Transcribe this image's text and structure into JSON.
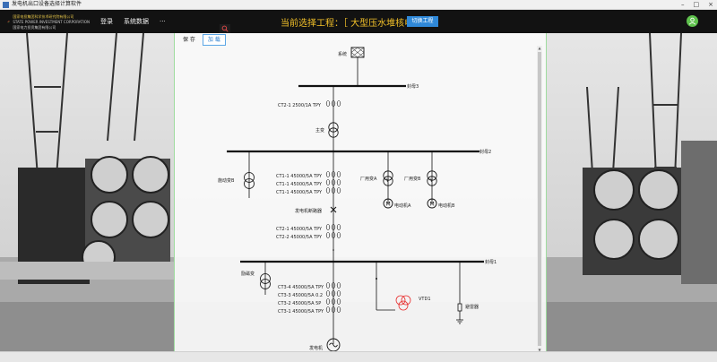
{
  "window": {
    "title": "发电机出口设备选择计算软件"
  },
  "header": {
    "logo_lines": [
      "国家电投集团科学技术研究院有限公司",
      "STATE POWER INVESTMENT CORPORATION",
      "国家电力投资集团有限公司"
    ],
    "nav": [
      "登录",
      "系统数据",
      "···"
    ],
    "project_label": "当前选择工程：［ 大型压水堆核电厂 ］",
    "switch_button": "切换工程"
  },
  "tabs": [
    "保 存",
    "加 载"
  ],
  "diagram": {
    "system": "系统",
    "bus3": "封母3",
    "bus2": "封母2",
    "bus1": "封母1",
    "ct2": "CT2-1 2500/1A TPY",
    "main_transformer": "主变",
    "startup_transformer": "施动变B",
    "ct1_labels": [
      "CT1-1 45000/5A TPY",
      "CT1-1 45000/5A TPY",
      "CT1-1 45000/5A TPY"
    ],
    "aux_a": "厂用变A",
    "aux_b": "厂用变B",
    "motor_a": "电动机A",
    "motor_b": "电动机B",
    "breaker": "发电机断路器",
    "ct2_labels": [
      "CT2-1 45000/5A TPY",
      "CT2-2 45000/5A TPY"
    ],
    "excitation": "励磁变",
    "vt": "VTD1",
    "arrester": "避雷器",
    "ct3_labels": [
      "CT3-4 45000/5A TPY",
      "CT3-3 45000/5A 0.2",
      "CT3-2 45000/5A 5P",
      "CT3-1 45000/5A TPY"
    ],
    "generator": "发电机",
    "vt_color": "#e83030"
  },
  "colors": {
    "accent": "#2f88d8",
    "project": "#f2c029",
    "header_bg": "#121212",
    "avatar": "#5fc24d"
  }
}
